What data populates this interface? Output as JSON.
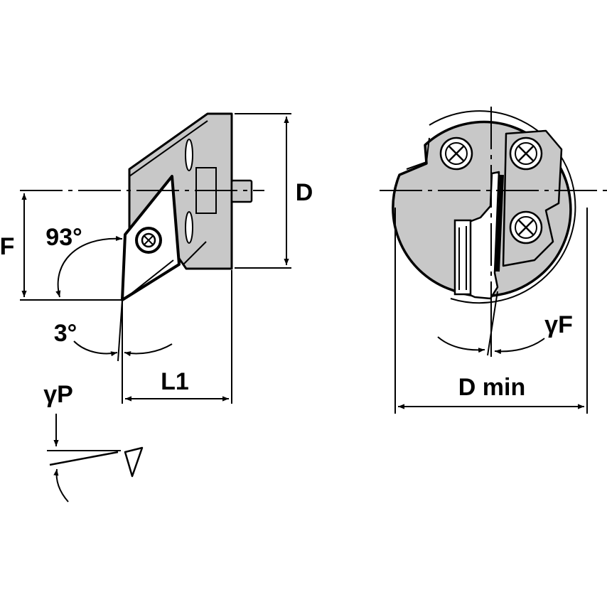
{
  "colors": {
    "background": "#ffffff",
    "line": "#000000",
    "part_fill": "#c8c8c8",
    "insert_fill": "#ffffff"
  },
  "labels": {
    "angle_93": "93°",
    "angle_3": "3°",
    "dim_f": "F",
    "dim_d": "D",
    "dim_l1": "L1",
    "dim_d_min": "D min",
    "gamma_p": "γP",
    "gamma_f": "γF"
  }
}
